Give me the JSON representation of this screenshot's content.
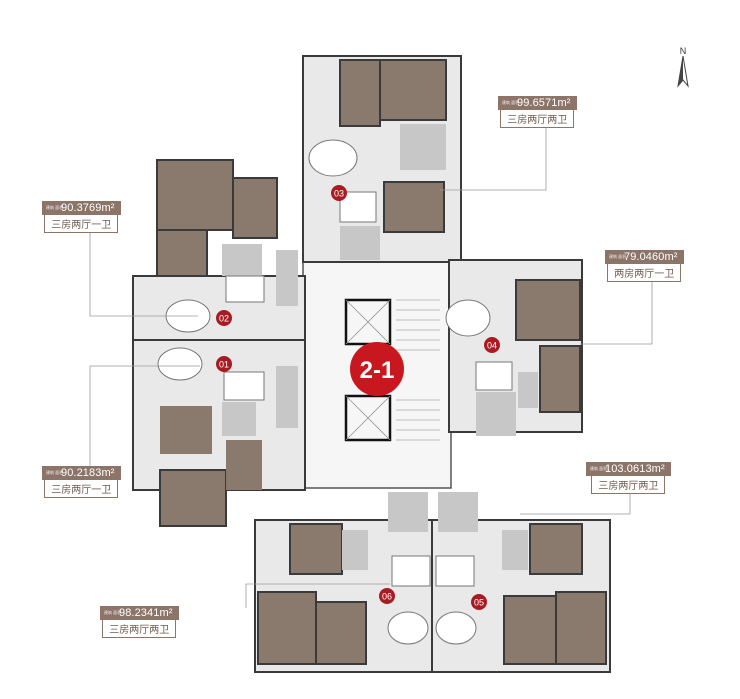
{
  "building": {
    "label": "2-1",
    "color": "#c8171e"
  },
  "compass": {
    "north": "N"
  },
  "area_tag_prefix": "建筑 面积",
  "units": [
    {
      "number": "01",
      "area": "90.2183m²",
      "type": "三房两厅一卫"
    },
    {
      "number": "02",
      "area": "90.3769m²",
      "type": "三房两厅一卫"
    },
    {
      "number": "03",
      "area": "99.6571m²",
      "type": "三房两厅两卫"
    },
    {
      "number": "04",
      "area": "79.0460m²",
      "type": "两房两厅一卫"
    },
    {
      "number": "05",
      "area": "103.0613m²",
      "type": "三房两厅两卫"
    },
    {
      "number": "06",
      "area": "98.2341m²",
      "type": "三房两厅两卫"
    }
  ],
  "colors": {
    "wall": "#3a3a3a",
    "wood_floor": "#8a7a6e",
    "tile_floor": "#c7c7c7",
    "living_floor": "#e9e9e9",
    "tag": "#8c7568"
  }
}
